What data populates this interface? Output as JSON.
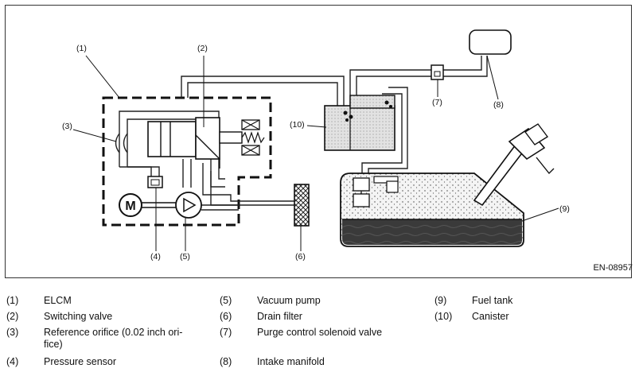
{
  "figure_code": "EN-08957",
  "callouts": [
    "(1)",
    "(2)",
    "(3)",
    "(4)",
    "(5)",
    "(6)",
    "(7)",
    "(8)",
    "(9)",
    "(10)"
  ],
  "pump_symbol": "M",
  "legend": [
    {
      "num": "(1)",
      "text": "ELCM"
    },
    {
      "num": "(2)",
      "text": "Switching valve"
    },
    {
      "num": "(3)",
      "text": "Reference orifice (0.02 inch ori-",
      "text2": "fice)"
    },
    {
      "num": "(4)",
      "text": "Pressure sensor"
    },
    {
      "num": "(5)",
      "text": "Vacuum pump"
    },
    {
      "num": "(6)",
      "text": "Drain filter"
    },
    {
      "num": "(7)",
      "text": "Purge control solenoid valve"
    },
    {
      "num": "(8)",
      "text": "Intake manifold"
    },
    {
      "num": "(9)",
      "text": "Fuel tank"
    },
    {
      "num": "(10)",
      "text": "Canister"
    }
  ]
}
